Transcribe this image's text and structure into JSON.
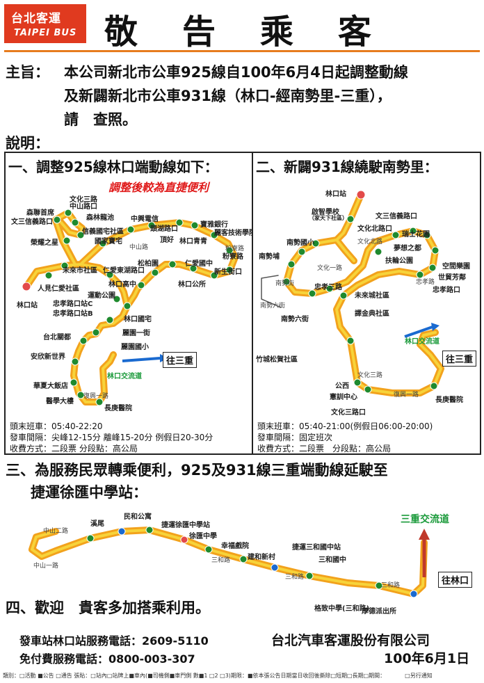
{
  "header": {
    "logo_cn": "台北客運",
    "logo_en": "TAIPEI BUS",
    "title": "敬告乘客"
  },
  "subject": {
    "label": "主旨：",
    "line1": "本公司新北市公車925線自100年6月4日起調整動線",
    "line2": "及新闢新北市公車931線（林口-經南勢里-三重），",
    "line3": "請　查照。"
  },
  "explain_label": "說明：",
  "panel1": {
    "heading": "一、調整925線林口端動線如下：",
    "slogan": "調整後較為直捷便利",
    "stops": [
      "森聯首席",
      "文三信義路口",
      "文化三路",
      "中山路口",
      "森林龍池",
      "信義國宅社區",
      "國家寶宅",
      "榮耀之星",
      "中興電信",
      "頭湖路口",
      "頂好",
      "林口青青",
      "寶雅銀行",
      "麗客技術學院",
      "粉寮路",
      "仁愛東湖路口",
      "松柏園",
      "林口高中",
      "仁愛國中",
      "新生街口",
      "人見仁愛社區",
      "未來市社區",
      "林口站",
      "林口公所",
      "運動公園",
      "忠孝路口站C",
      "忠孝路口站B",
      "林口國宅",
      "麗園一街",
      "麗園國小",
      "台北關都",
      "安欣新世界",
      "華夏大飯店",
      "醫學大樓",
      "長庚醫院",
      "林口交流道"
    ],
    "roads": [
      "中山路",
      "粉寮路",
      "復興一路"
    ],
    "to_label": "往三重",
    "schedule": "頭末班車：05:40-22:20",
    "interval": "發車間隔：尖峰12-15分 離峰15-20分 例假日20-30分",
    "fare": "收費方式：二段票 分段點：高公局"
  },
  "panel2": {
    "heading": "二、新闢931線繞駛南勢里：",
    "stops": [
      "林口站",
      "啟智學校",
      "（家天下社區）",
      "文化北路口",
      "文三信義路口",
      "瑞士花園",
      "夢想之都",
      "扶輪公園",
      "南勢國小",
      "南勢埔",
      "空間樂園",
      "世貿芳鄰",
      "忠孝三路",
      "忠孝路口",
      "未來城社區",
      "南勢六街",
      "譯金典社區",
      "竹城松賀社區",
      "林口交流道",
      "公西",
      "憲訓中心",
      "文化三路口",
      "長庚醫院"
    ],
    "roads": [
      "文化北路",
      "文化一路",
      "忠孝路",
      "南勢六街",
      "文化三路",
      "復興一路",
      "南勢街"
    ],
    "to_label": "往三重",
    "schedule": "頭末班車：05:40-21:00(例假日06:00-20:00)",
    "interval": "發車間隔：固定班次",
    "fare": "收費方式：二段票　分段點：高公局"
  },
  "section3": {
    "line1": "三、為服務民眾轉乘便利，925及931線三重端動線延駛至",
    "line2": "捷運徐匯中學站："
  },
  "map3": {
    "stops": [
      "溪尾",
      "民和公寓",
      "捷運徐匯中學站",
      "徐匯中學",
      "幸福戲院",
      "建和新村",
      "捷運三和國中站",
      "三和國中",
      "格致中學(三和路)",
      "厚德派出所"
    ],
    "roads": [
      "中山二路",
      "中山一路",
      "三和路",
      "三和路",
      "三和路"
    ],
    "interchange": "三重交流道",
    "to_label": "往林口"
  },
  "section4": {
    "text": "四、歡迎　貴客多加搭乘利用。"
  },
  "footer": {
    "phone1_label": "發車站林口站服務電話：",
    "phone1": "2609-5110",
    "phone2_label": "免付費服務電話：",
    "phone2": "0800-003-307",
    "company": "台北汽車客運股份有限公司",
    "date": "100年6月1日",
    "fine_print": "類別：□活動 ■公告 □通告 張貼：□站內□站牌上■車內(■司機側■車門側 數■1 □2 □3)期限：■依本張公告日期當日收回後撕除□短期□長期□期間：　　　　□另行通知"
  },
  "colors": {
    "route": "#f2a21c",
    "route_inner": "#f7d33a",
    "stop": "#1f8a2e",
    "brand": "#e03a1f",
    "arrow": "#1a6ad0",
    "interchange": "#1a9a3a"
  }
}
